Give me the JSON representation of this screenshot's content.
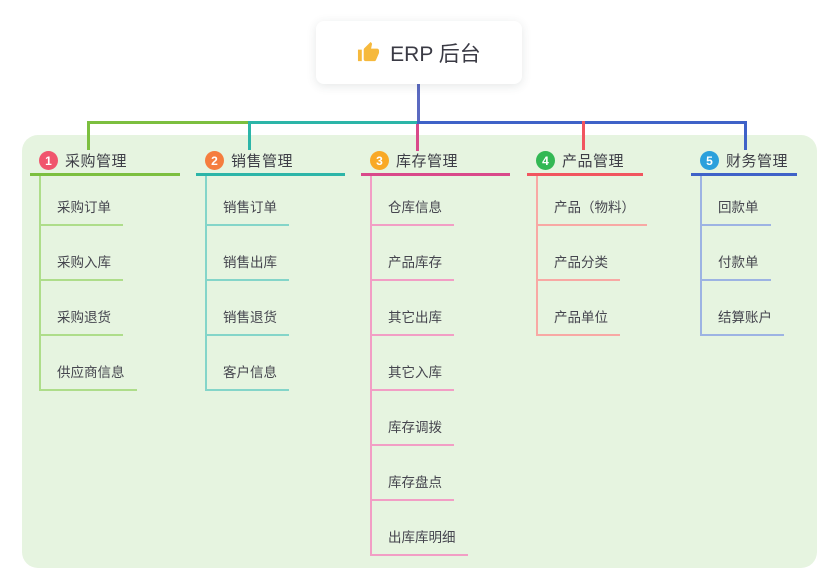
{
  "root": {
    "title": "ERP 后台",
    "icon": "thumbs-up-icon",
    "icon_color": "#f6b93c"
  },
  "colors": {
    "page_bg": "#ffffff",
    "panel_bg": "#e6f4e0",
    "card_bg": "#ffffff",
    "root_line": "#5b6ac1",
    "header_text": "#3d3d46",
    "child_text": "#45454e"
  },
  "branches": [
    {
      "num": "1",
      "label": "采购管理",
      "color": "#7cbf3f",
      "badge_color": "#f0556d",
      "light": "#aedd8a",
      "children": [
        "采购订单",
        "采购入库",
        "采购退货",
        "供应商信息"
      ]
    },
    {
      "num": "2",
      "label": "销售管理",
      "color": "#2cb5a8",
      "badge_color": "#f57d3e",
      "light": "#84d5c9",
      "children": [
        "销售订单",
        "销售出库",
        "销售退货",
        "客户信息"
      ]
    },
    {
      "num": "3",
      "label": "库存管理",
      "color": "#d9498a",
      "badge_color": "#f9a926",
      "light": "#f29ec5",
      "children": [
        "仓库信息",
        "产品库存",
        "其它出库",
        "其它入库",
        "库存调拨",
        "库存盘点",
        "出库库明细"
      ]
    },
    {
      "num": "4",
      "label": "产品管理",
      "color": "#f1555f",
      "badge_color": "#33b854",
      "light": "#f8a8a4",
      "children": [
        "产品（物料）",
        "产品分类",
        "产品单位"
      ]
    },
    {
      "num": "5",
      "label": "财务管理",
      "color": "#3f62c8",
      "badge_color": "#2ba0dc",
      "light": "#9db3e3",
      "children": [
        "回款单",
        "付款单",
        "结算账户"
      ]
    }
  ]
}
